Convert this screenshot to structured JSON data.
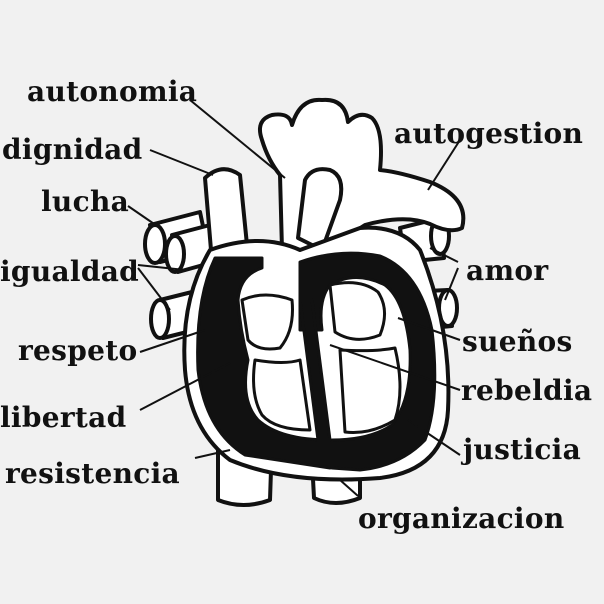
{
  "labels": {
    "autonomia": "autonomia",
    "dignidad": "dignidad",
    "lucha": "lucha",
    "igualdad": "igualdad",
    "respeto": "respeto",
    "libertad": "libertad",
    "resistencia": "resistencia",
    "autogestion": "autogestion",
    "amor": "amor",
    "suenos": "sueños",
    "rebeldia": "rebeldia",
    "justicia": "justicia",
    "organizacion": "organizacion"
  },
  "colors": {
    "background": "#f1f1f1",
    "ink": "#111111",
    "fill": "#ffffff"
  }
}
